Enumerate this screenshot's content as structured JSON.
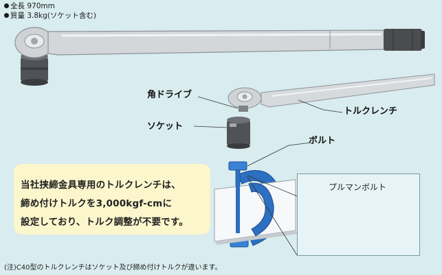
{
  "specs": {
    "length": "全長 970mm",
    "weight": "質量 3.8kg(ソケット含む)"
  },
  "labels": {
    "square_drive": "角ドライブ",
    "socket": "ソケット",
    "torque_wrench": "トルクレンチ",
    "bolt": "ボルト"
  },
  "note": {
    "line1": "当社挟締金具専用のトルクレンチは、",
    "line2": "締め付けトルクを3,000kgf-cmに",
    "line3": "設定しており、トルク調整が不要です。"
  },
  "inset": {
    "title": "プルマンボルト"
  },
  "footer": "(注)C40型のトルクレンチはソケット及び締め付けトルクが違います。",
  "colors": {
    "background": "#d9ecef",
    "note_box": "#fbf6cc",
    "clamp_blue": "#2d6fc0",
    "wrench_gray": "#c9cdd0",
    "handle_dark": "#4a4d50"
  }
}
